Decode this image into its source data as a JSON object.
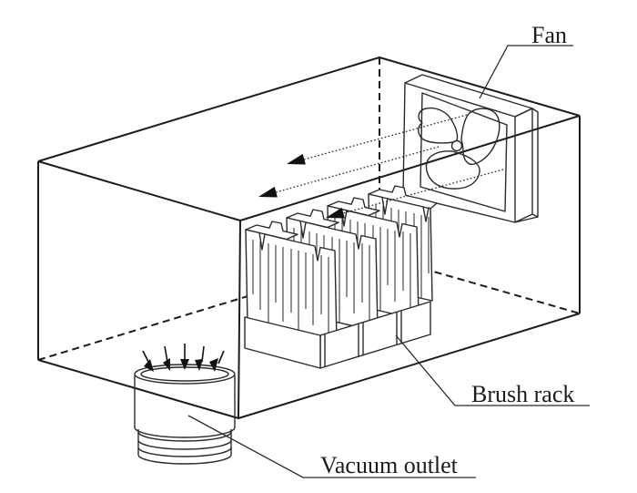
{
  "diagram": {
    "background_color": "#ffffff",
    "line_color": "#1c1c1c",
    "labels": {
      "fan": "Fan",
      "brush_rack": "Brush rack",
      "vacuum_outlet": "Vacuum outlet"
    },
    "components": {
      "chamber": {
        "style": "transparent wireframe box, hidden edges dashed"
      },
      "fan": {
        "blade_count": 3,
        "mounted_on": "right wall"
      },
      "brush_rack": {
        "brush_count": 4,
        "compartment_count": 4
      },
      "vacuum_outlet": {
        "suction_arrow_count": 5,
        "ribbed_rings": 3
      },
      "airflow": {
        "arrow_count": 3,
        "style": "dotted",
        "direction": "from fan toward left interior"
      }
    }
  }
}
